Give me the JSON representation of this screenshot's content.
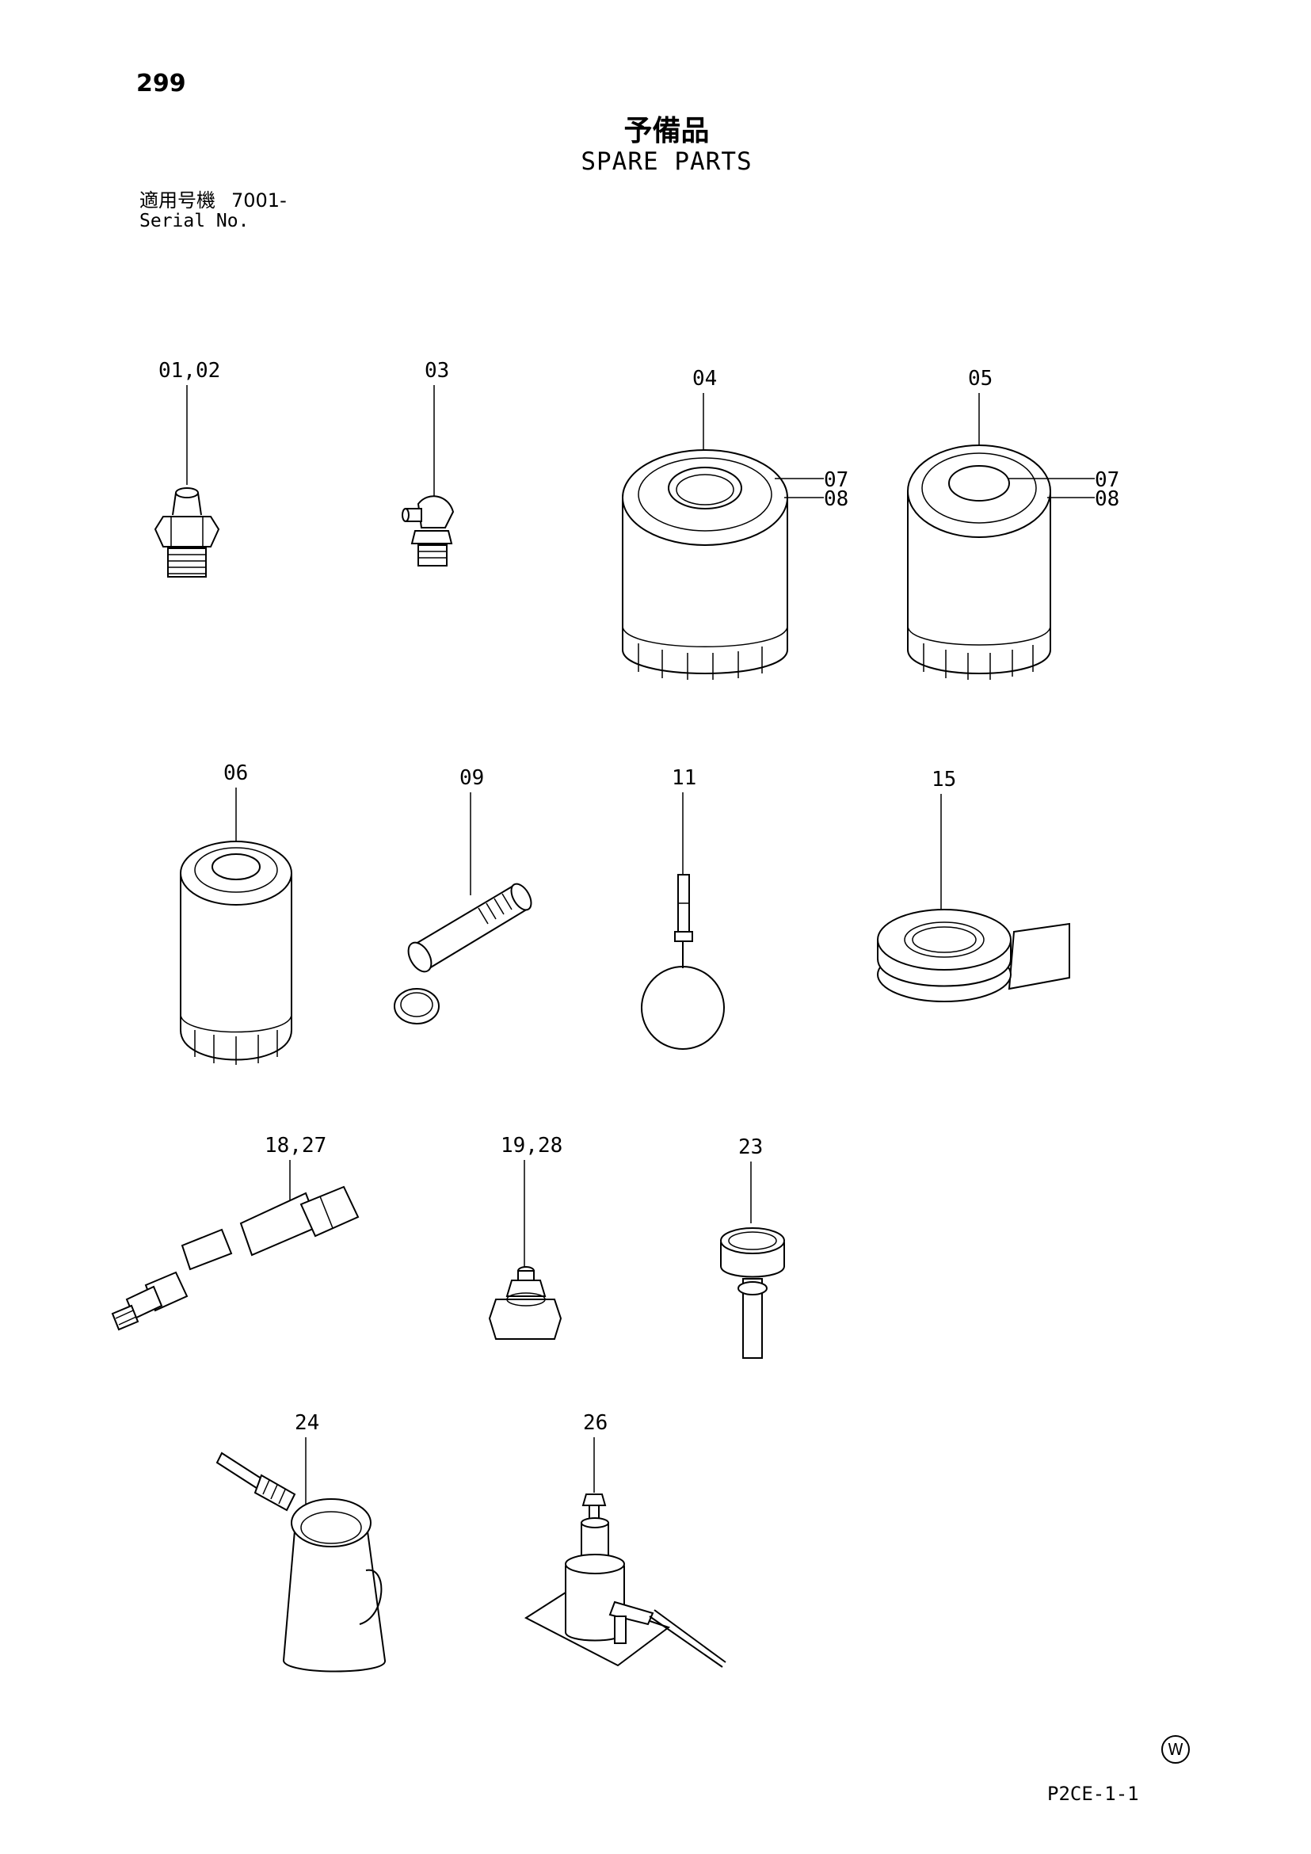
{
  "header": {
    "page_number": "299",
    "title_jp": "予備品",
    "title_en": "SPARE PARTS"
  },
  "serial": {
    "label_jp": "適用号機",
    "value": "7001-",
    "label_en": "Serial No."
  },
  "callouts": {
    "c0102": "01,02",
    "c03": "03",
    "c04": "04",
    "c05": "05",
    "c07a": "07",
    "c08a": "08",
    "c07b": "07",
    "c08b": "08",
    "c06": "06",
    "c09": "09",
    "c11": "11",
    "c15": "15",
    "c1827": "18,27",
    "c1928": "19,28",
    "c23": "23",
    "c24": "24",
    "c26": "26"
  },
  "footer": {
    "watermark": "W",
    "doc_code": "P2CE-1-1"
  }
}
